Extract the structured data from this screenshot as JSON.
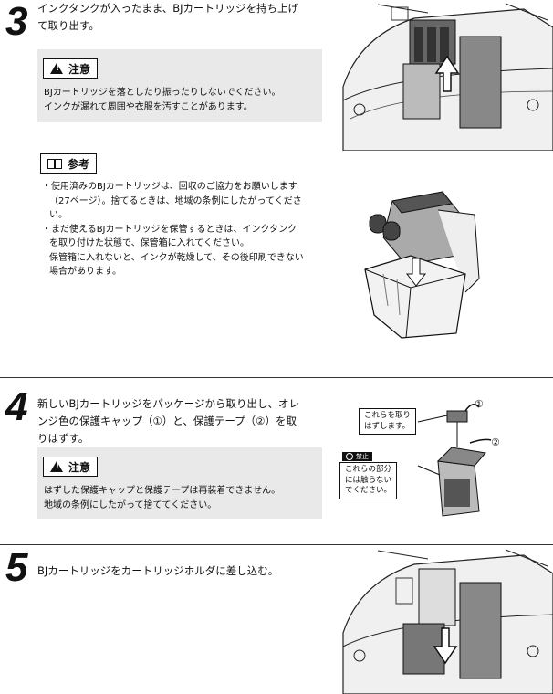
{
  "step3": {
    "number": "3",
    "line1": "インクタンクが入ったまま、BJカートリッジを持ち上げ",
    "line2": "て取り出す。",
    "caution_label": "注意",
    "caution_line1": "BJカートリッジを落としたり振ったりしないでください。",
    "caution_line2": "インクが漏れて周囲や衣服を汚すことがあります。",
    "reference_label": "参考",
    "ref_line1": "・使用済みのBJカートリッジは、回収のご協力をお願いします",
    "ref_line2": "（27ページ）。捨てるときは、地域の条例にしたがってくださ",
    "ref_line3": "い。",
    "ref_line4": "・まだ使えるBJカートリッジを保管するときは、インクタンク",
    "ref_line5": "を取り付けた状態で、保管箱に入れてください。",
    "ref_line6": "保管箱に入れないと、インクが乾燥して、その後印刷できない",
    "ref_line7": "場合があります。"
  },
  "step4": {
    "number": "4",
    "line1": "新しいBJカートリッジをパッケージから取り出し、オレ",
    "line2": "ンジ色の保護キャップ（①）と、保護テープ（②）を取",
    "line3": "りはずす。",
    "caution_label": "注意",
    "caution_line1": "はずした保護キャップと保護テープは再装着できません。",
    "caution_line2": "地域の条例にしたがって捨ててください。",
    "callout_remove_1": "これらを取り",
    "callout_remove_2": "はずします。",
    "mark1": "①",
    "mark2": "②",
    "prohibited_label": "禁止",
    "callout_touch_1": "これらの部分",
    "callout_touch_2": "には触らない",
    "callout_touch_3": "でください。"
  },
  "step5": {
    "number": "5",
    "line1": "BJカートリッジをカートリッジホルダに差し込む。"
  }
}
